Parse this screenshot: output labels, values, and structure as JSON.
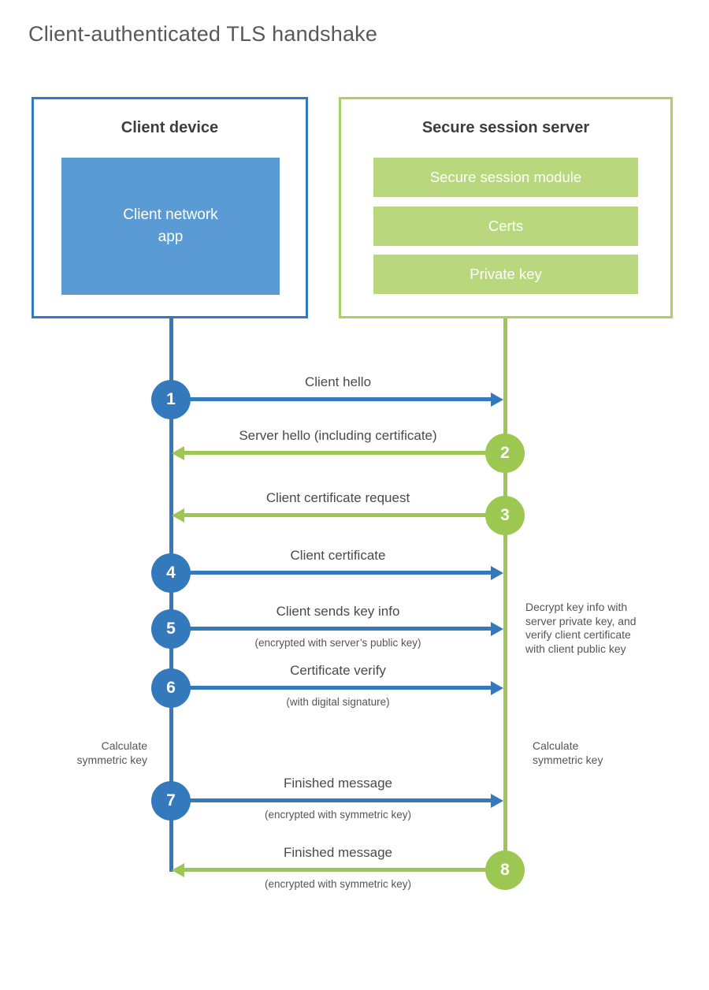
{
  "title": "Client-authenticated TLS handshake",
  "client_box": {
    "title": "Client device",
    "app_label": "Client network\napp"
  },
  "server_box": {
    "title": "Secure session server",
    "modules": [
      "Secure session module",
      "Certs",
      "Private key"
    ]
  },
  "steps": [
    {
      "number": "1",
      "label": "Client hello",
      "sublabel": "",
      "direction": "right",
      "actor": "client"
    },
    {
      "number": "2",
      "label": "Server hello (including certificate)",
      "sublabel": "",
      "direction": "left",
      "actor": "server"
    },
    {
      "number": "3",
      "label": "Client certificate request",
      "sublabel": "",
      "direction": "left",
      "actor": "server"
    },
    {
      "number": "4",
      "label": "Client certificate",
      "sublabel": "",
      "direction": "right",
      "actor": "client"
    },
    {
      "number": "5",
      "label": "Client sends key info",
      "sublabel": "(encrypted with server’s public key)",
      "direction": "right",
      "actor": "client"
    },
    {
      "number": "6",
      "label": "Certificate verify",
      "sublabel": "(with digital signature)",
      "direction": "right",
      "actor": "client"
    },
    {
      "number": "7",
      "label": "Finished message",
      "sublabel": "(encrypted with symmetric key)",
      "direction": "right",
      "actor": "client"
    },
    {
      "number": "8",
      "label": "Finished message",
      "sublabel": "(encrypted with symmetric key)",
      "direction": "left",
      "actor": "server"
    }
  ],
  "notes": {
    "decrypt_note": "Decrypt key info with\nserver private key, and\nverify client certificate\nwith client public key",
    "calc_left": "Calculate\nsymmetric key",
    "calc_right": "Calculate\nsymmetric key"
  },
  "colors": {
    "blue": "#3579BD",
    "blue_fill": "#5B9BD5",
    "green": "#9CC750",
    "green_border": "#A9D163",
    "green_fill": "#B9D87E"
  }
}
